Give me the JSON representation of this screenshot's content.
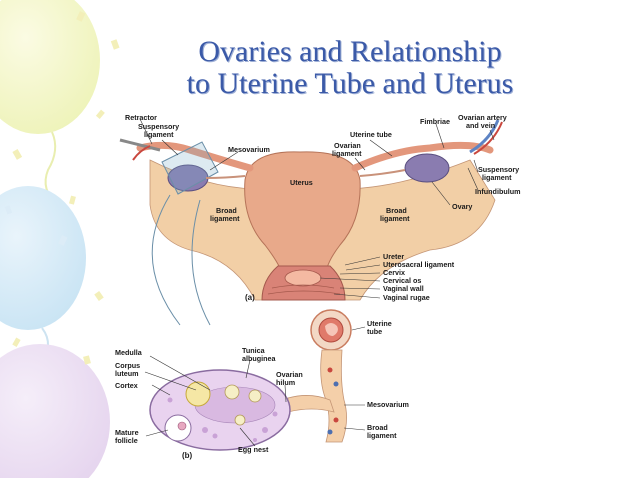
{
  "slide": {
    "title_line1": "Ovaries and Relationship",
    "title_line2": "to Uterine Tube and Uterus"
  },
  "diagram_a": {
    "panel_label": "(a)",
    "labels": {
      "retractor": "Retractor",
      "suspensory_ligament_left": "Suspensory\nligament",
      "mesovarium": "Mesovarium",
      "uterine_tube": "Uterine tube",
      "ovarian_ligament": "Ovarian\nligament",
      "fimbriae": "Fimbriae",
      "ovarian_artery_vein": "Ovarian artery\nand vein",
      "suspensory_ligament_right": "Suspensory\nligament",
      "infundibulum": "Infundibulum",
      "ovary": "Ovary",
      "uterus": "Uterus",
      "broad_ligament_left": "Broad\nligament",
      "broad_ligament_right": "Broad\nligament",
      "ureter": "Ureter",
      "uterosacral_ligament": "Uterosacral ligament",
      "cervix": "Cervix",
      "cervical_os": "Cervical os",
      "vaginal_wall": "Vaginal wall",
      "vaginal_rugae": "Vaginal rugae"
    }
  },
  "diagram_b": {
    "panel_label": "(b)",
    "labels": {
      "medulla": "Medulla",
      "corpus_luteum": "Corpus\nluteum",
      "cortex": "Cortex",
      "tunica_albuginea": "Tunica\nalbuginea",
      "ovarian_hilum": "Ovarian\nhilum",
      "mature_follicle": "Mature\nfollicle",
      "egg_nest": "Egg nest",
      "uterine_tube": "Uterine\ntube",
      "mesovarium": "Mesovarium",
      "broad_ligament": "Broad\nligament"
    }
  }
}
